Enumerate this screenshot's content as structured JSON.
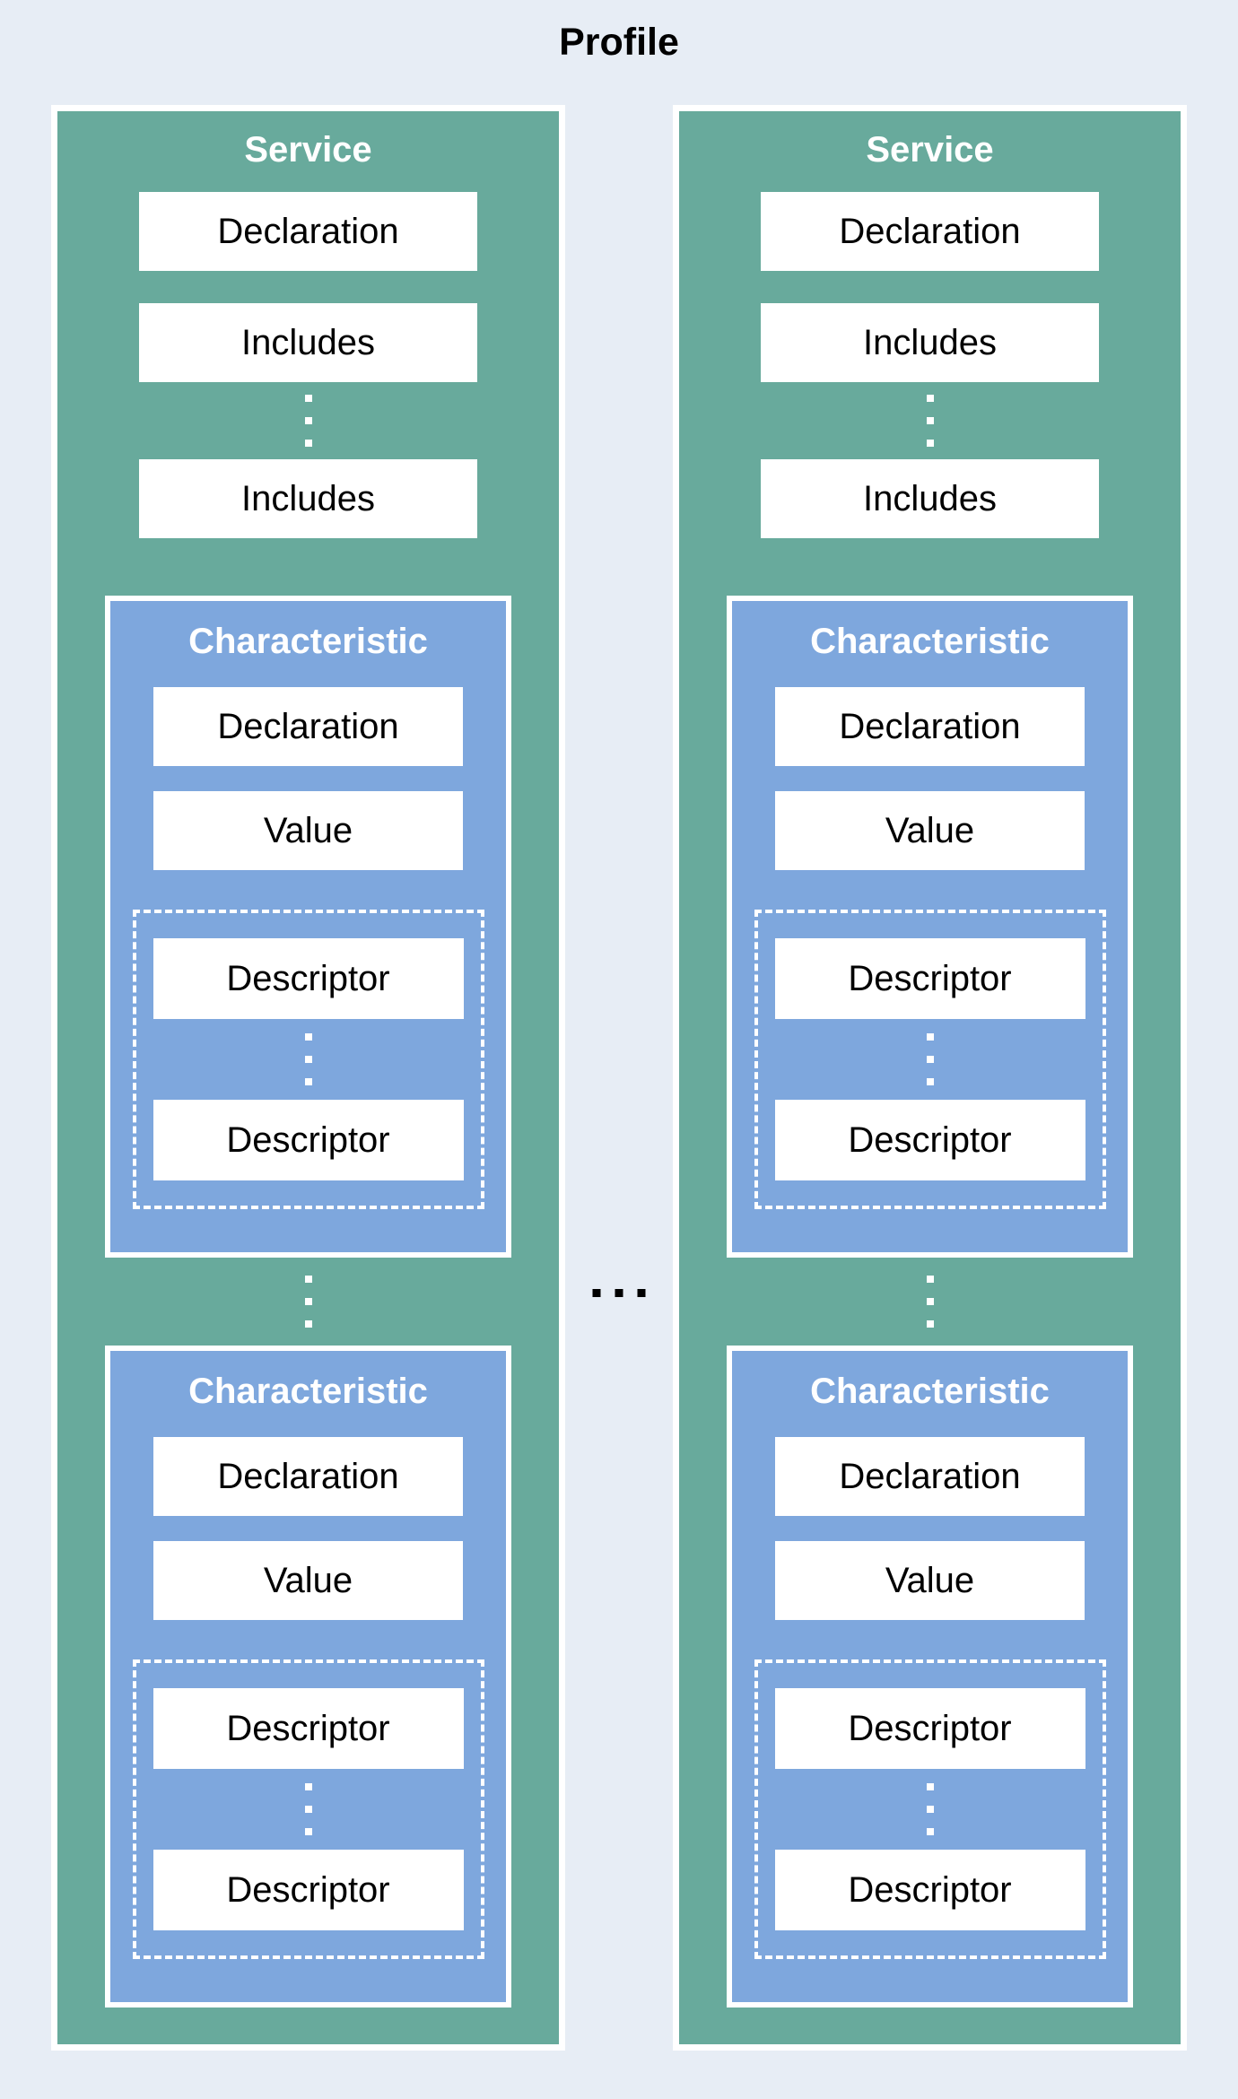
{
  "page": {
    "title": "Profile",
    "background_color": "#e7edf5"
  },
  "colors": {
    "service_background": "#68aa9c",
    "characteristic_background": "#7ea7dd",
    "box_background": "#ffffff",
    "box_text": "#000000",
    "header_text": "#ffffff",
    "block_border": "#ffffff",
    "descriptor_group_border_style": "dashed-white",
    "between_services_ellipsis_color": "#000000",
    "vertical_ellipsis_color": "#ffffff"
  },
  "icons": {
    "vertical_ellipsis": "three stacked white square dots (more items)",
    "horizontal_ellipsis": "three black square dots (more services)"
  },
  "services": [
    {
      "title": "Service",
      "declaration": "Declaration",
      "includes": [
        "Includes",
        "Includes"
      ],
      "characteristics": [
        {
          "title": "Characteristic",
          "declaration": "Declaration",
          "value": "Value",
          "descriptors": [
            "Descriptor",
            "Descriptor"
          ]
        },
        {
          "title": "Characteristic",
          "declaration": "Declaration",
          "value": "Value",
          "descriptors": [
            "Descriptor",
            "Descriptor"
          ]
        }
      ]
    },
    {
      "title": "Service",
      "declaration": "Declaration",
      "includes": [
        "Includes",
        "Includes"
      ],
      "characteristics": [
        {
          "title": "Characteristic",
          "declaration": "Declaration",
          "value": "Value",
          "descriptors": [
            "Descriptor",
            "Descriptor"
          ]
        },
        {
          "title": "Characteristic",
          "declaration": "Declaration",
          "value": "Value",
          "descriptors": [
            "Descriptor",
            "Descriptor"
          ]
        }
      ]
    }
  ]
}
